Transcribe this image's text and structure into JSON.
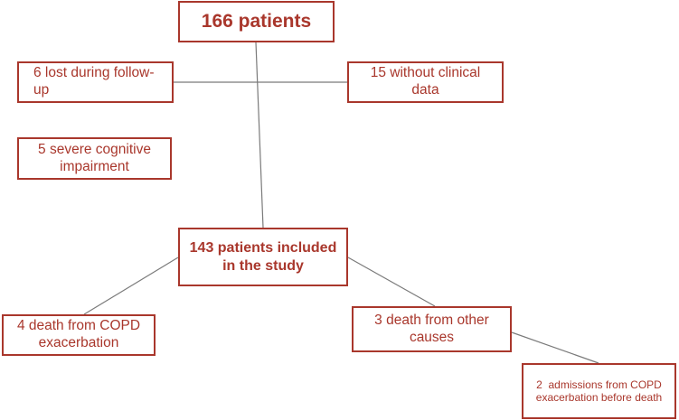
{
  "flowchart": {
    "title": "166 patients",
    "excluded": {
      "lost_followup": "6 lost during follow-up",
      "no_clinical_data": "15 without clinical data",
      "cognitive_impairment": "5 severe cognitive impairment"
    },
    "included": "143 patients included in the study",
    "outcomes": {
      "copd_death": "4 death from COPD exacerbation",
      "other_death": "3 death from other causes",
      "admissions": "2  admissions from COPD exacerbation before death"
    },
    "colors": {
      "box_border": "#a9372c",
      "text": "#a9372c",
      "connector": "#7a7a7a"
    }
  }
}
